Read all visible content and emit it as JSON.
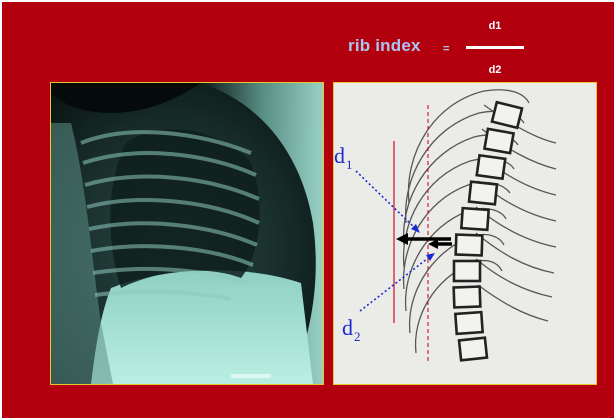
{
  "formula": {
    "label": "rib index",
    "equals": "=",
    "numerator": "d1",
    "denominator": "d2"
  },
  "drawing": {
    "d1_label": "d",
    "d1_sub": "1",
    "d2_label": "d",
    "d2_sub": "2"
  },
  "colors": {
    "background": "#b3000f",
    "label": "#a9c6f2",
    "frame": "#e8c830",
    "xray_tint": "#a8e6d8",
    "annotation_blue": "#1a2ad0",
    "line_red": "#d0102a"
  }
}
